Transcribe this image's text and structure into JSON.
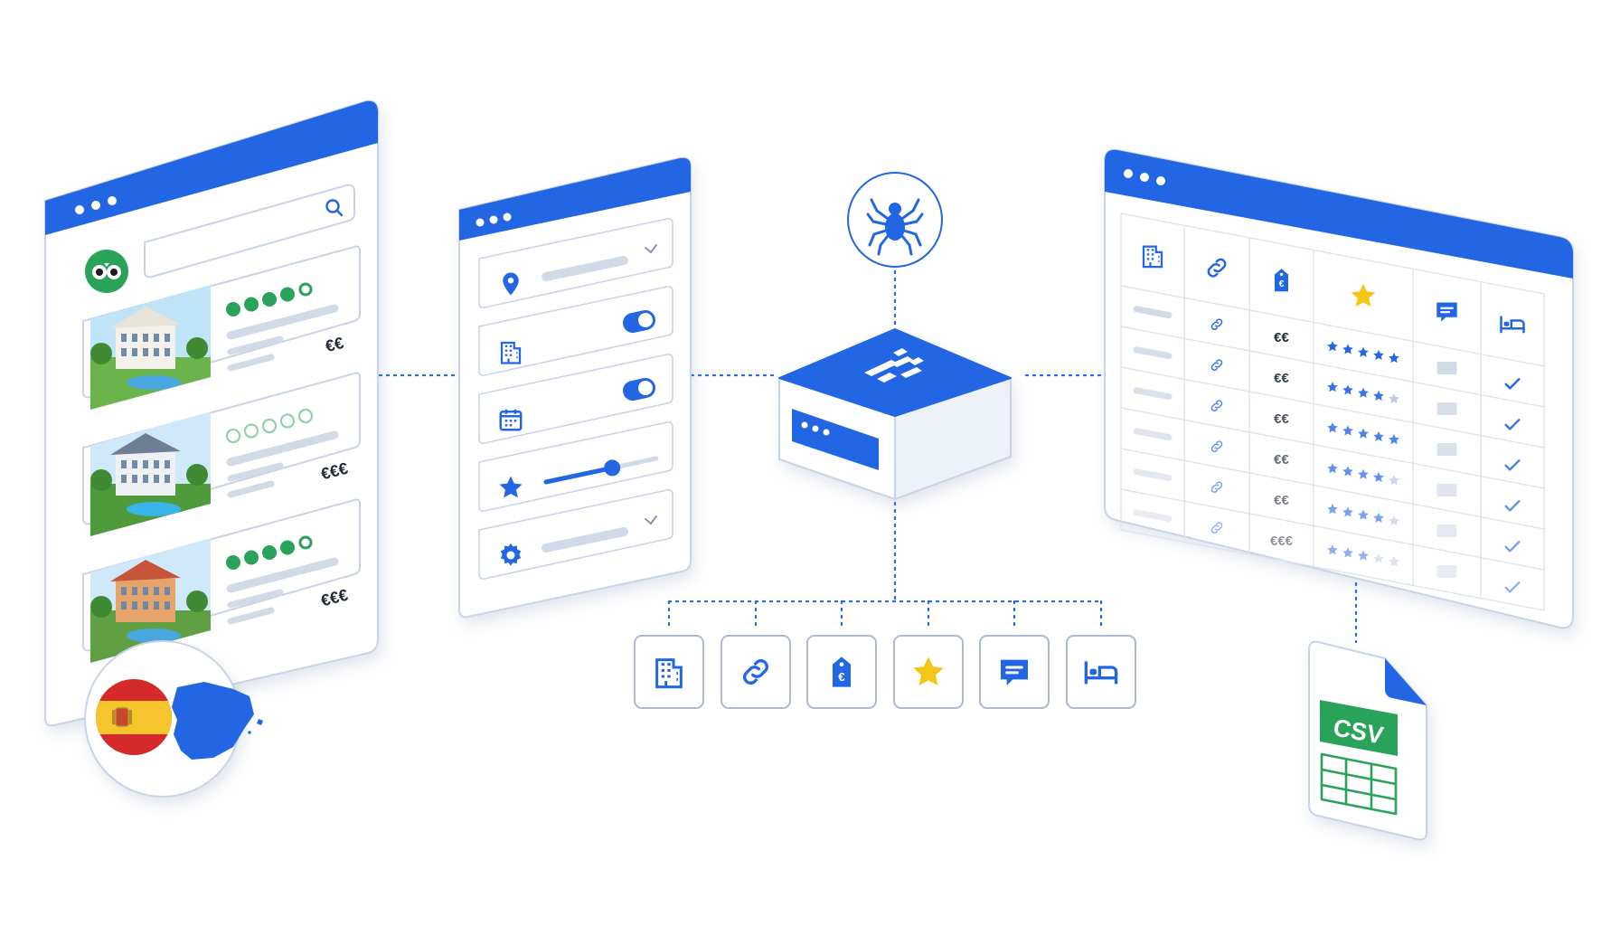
{
  "colors": {
    "primary": "#2266e3",
    "window_fill": "#ffffff",
    "window_border": "#c9d3e6",
    "placeholder_line": "#d3dae7",
    "accent_green": "#2aa35a",
    "star_yellow": "#f5c518",
    "flag_red": "#d42a2a",
    "flag_yellow": "#f6c42c",
    "csv_green": "#2aa35a"
  },
  "listing_window": {
    "search_icon": "search-icon",
    "logo_icon": "owl-logo-icon",
    "hotels": [
      {
        "rating_filled": 4,
        "rating_total": 5,
        "price": "€€"
      },
      {
        "rating_filled": 0,
        "rating_total": 5,
        "price": "€€€"
      },
      {
        "rating_filled": 4,
        "rating_total": 5,
        "price": "€€€"
      }
    ],
    "region_badge": {
      "flag_icon": "spain-flag-icon",
      "map_icon": "spain-map-icon"
    }
  },
  "filter_window": {
    "rows": [
      {
        "icon": "location-pin-icon",
        "control": "dropdown"
      },
      {
        "icon": "building-icon",
        "control": "toggle",
        "state": "on"
      },
      {
        "icon": "calendar-icon",
        "control": "toggle",
        "state": "on"
      },
      {
        "icon": "star-icon",
        "control": "slider",
        "level": 0.6
      },
      {
        "icon": "gear-icon",
        "control": "dropdown"
      }
    ]
  },
  "scraper": {
    "bug_icon": "spider-icon",
    "server_icon": "scraper-logo-icon"
  },
  "field_icons": [
    "building-icon",
    "link-icon",
    "price-tag-euro-icon",
    "star-icon",
    "chat-bubble-icon",
    "bed-icon"
  ],
  "table_window": {
    "column_icons": [
      "building-icon",
      "link-icon",
      "price-tag-euro-icon",
      "star-icon",
      "chat-bubble-icon",
      "bed-icon"
    ],
    "price_values": [
      "€€",
      "€€",
      "€€",
      "€€",
      "€€",
      "€€€"
    ],
    "star_ratings": [
      5,
      4,
      5,
      4,
      4,
      3
    ],
    "row_count": 6
  },
  "csv_file": {
    "label": "CSV"
  }
}
